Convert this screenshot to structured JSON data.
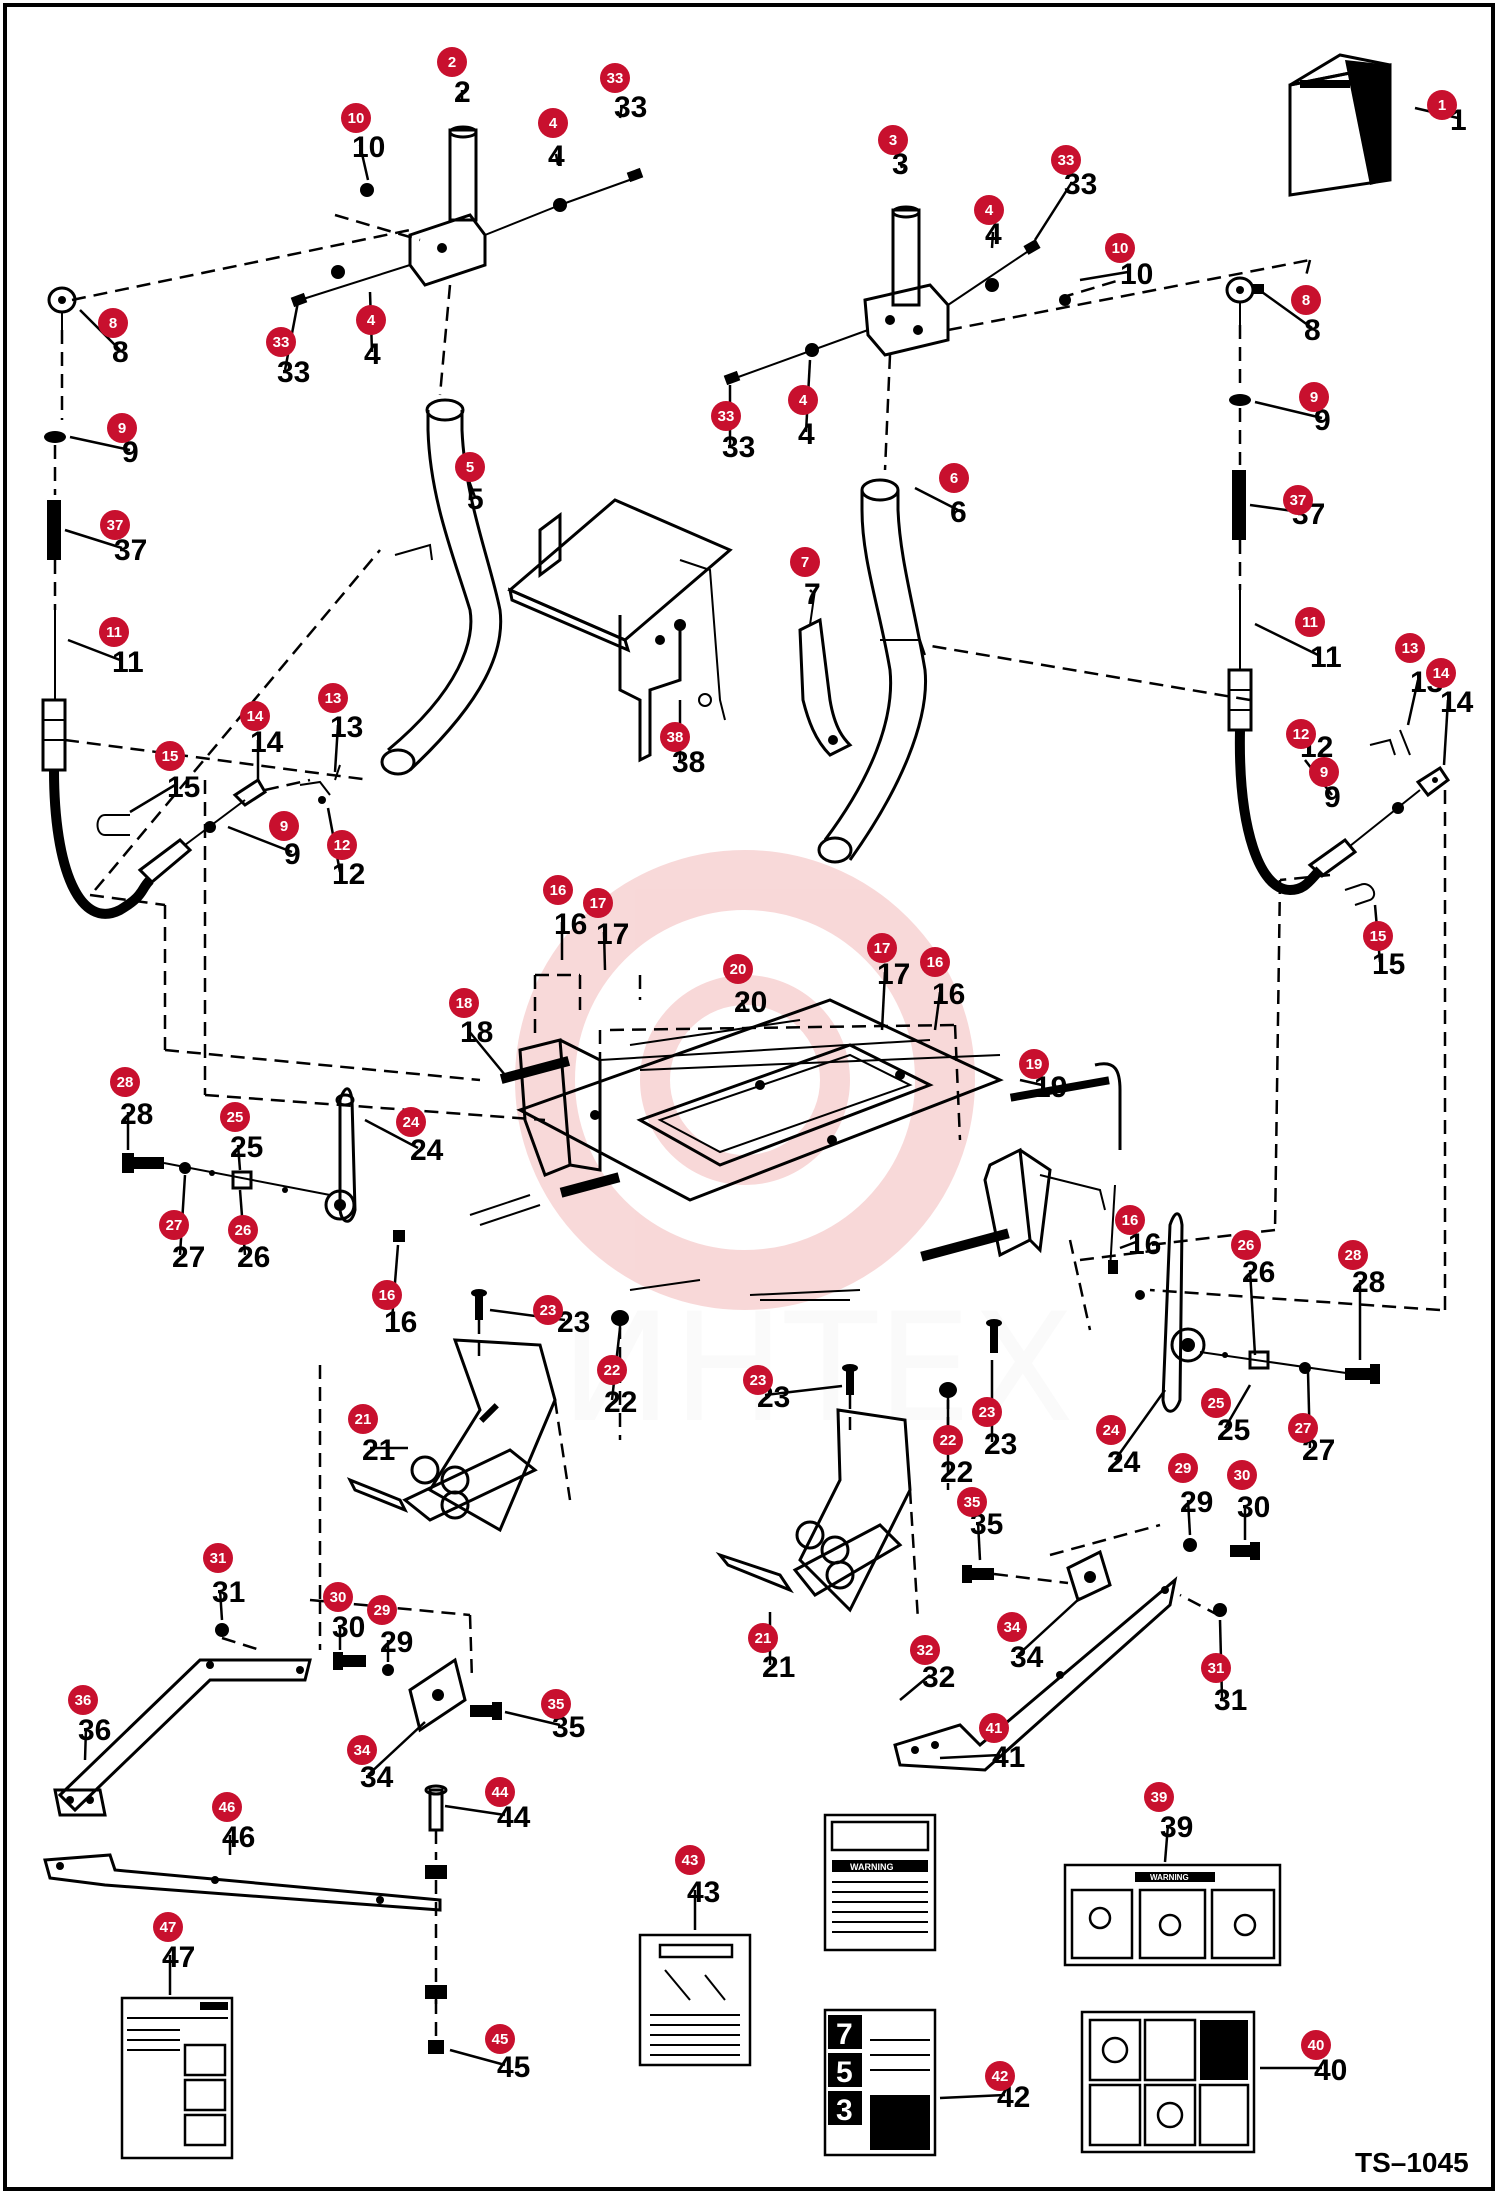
{
  "drawing_id": "TS–1045",
  "watermark": {
    "text": "ИНТЕХ",
    "color": "#e05050"
  },
  "callout_color": "#c8102e",
  "callouts": [
    {
      "label": "1"
    },
    {
      "label": "2"
    },
    {
      "label": "3"
    },
    {
      "label": "4"
    },
    {
      "label": "4"
    },
    {
      "label": "4"
    },
    {
      "label": "4"
    },
    {
      "label": "5"
    },
    {
      "label": "6"
    },
    {
      "label": "7"
    },
    {
      "label": "8"
    },
    {
      "label": "8"
    },
    {
      "label": "9"
    },
    {
      "label": "9"
    },
    {
      "label": "9"
    },
    {
      "label": "9"
    },
    {
      "label": "10"
    },
    {
      "label": "10"
    },
    {
      "label": "11"
    },
    {
      "label": "11"
    },
    {
      "label": "12"
    },
    {
      "label": "12"
    },
    {
      "label": "13"
    },
    {
      "label": "13"
    },
    {
      "label": "14"
    },
    {
      "label": "14"
    },
    {
      "label": "15"
    },
    {
      "label": "15"
    },
    {
      "label": "16"
    },
    {
      "label": "16"
    },
    {
      "label": "16"
    },
    {
      "label": "16"
    },
    {
      "label": "17"
    },
    {
      "label": "17"
    },
    {
      "label": "18"
    },
    {
      "label": "19"
    },
    {
      "label": "20"
    },
    {
      "label": "21"
    },
    {
      "label": "21"
    },
    {
      "label": "22"
    },
    {
      "label": "22"
    },
    {
      "label": "23"
    },
    {
      "label": "23"
    },
    {
      "label": "23"
    },
    {
      "label": "24"
    },
    {
      "label": "24"
    },
    {
      "label": "25"
    },
    {
      "label": "25"
    },
    {
      "label": "26"
    },
    {
      "label": "26"
    },
    {
      "label": "27"
    },
    {
      "label": "27"
    },
    {
      "label": "28"
    },
    {
      "label": "28"
    },
    {
      "label": "29"
    },
    {
      "label": "29"
    },
    {
      "label": "30"
    },
    {
      "label": "30"
    },
    {
      "label": "31"
    },
    {
      "label": "31"
    },
    {
      "label": "32"
    },
    {
      "label": "33"
    },
    {
      "label": "33"
    },
    {
      "label": "33"
    },
    {
      "label": "33"
    },
    {
      "label": "34"
    },
    {
      "label": "34"
    },
    {
      "label": "35"
    },
    {
      "label": "35"
    },
    {
      "label": "36"
    },
    {
      "label": "37"
    },
    {
      "label": "37"
    },
    {
      "label": "38"
    },
    {
      "label": "39"
    },
    {
      "label": "40"
    },
    {
      "label": "41"
    },
    {
      "label": "42"
    },
    {
      "label": "43"
    },
    {
      "label": "44"
    },
    {
      "label": "45"
    },
    {
      "label": "46"
    },
    {
      "label": "47"
    }
  ],
  "decals": {
    "warning_word": "WARNING",
    "manual_digits": [
      "7",
      "5",
      "3"
    ]
  }
}
